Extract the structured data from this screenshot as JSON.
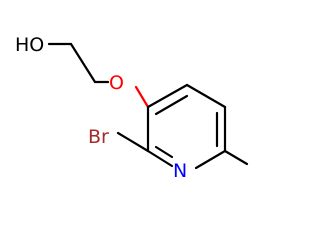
{
  "molecule": {
    "atoms": {
      "hydroxyl": {
        "text": "HO",
        "color": "#000000"
      },
      "ether_oxygen": {
        "text": "O",
        "color": "#ff0000"
      },
      "bromine": {
        "text": "Br",
        "color": "#a52a2a"
      },
      "ring_nitrogen": {
        "text": "N",
        "color": "#0000ff"
      }
    },
    "bond_color": "#000000"
  }
}
